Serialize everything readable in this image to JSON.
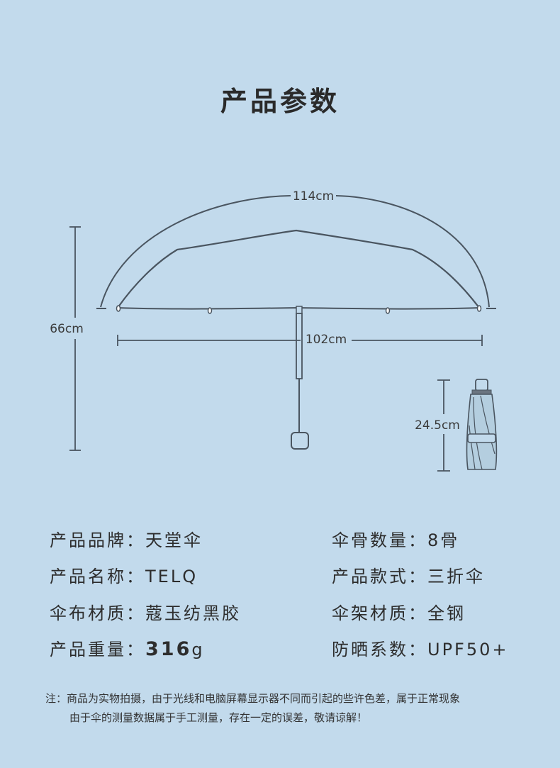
{
  "title": "产品参数",
  "dimensions": {
    "arc_span": "114cm",
    "open_width": "102cm",
    "height": "66cm",
    "folded_length": "24.5cm"
  },
  "specs": {
    "brand_label": "产品品牌：",
    "brand_value": "天堂伞",
    "ribs_label": "伞骨数量：",
    "ribs_value": "8骨",
    "name_label": "产品名称：",
    "name_value": "TELQ",
    "style_label": "产品款式：",
    "style_value": "三折伞",
    "fabric_label": "伞布材质：",
    "fabric_value": "蔻玉纺黑胶",
    "frame_label": "伞架材质：",
    "frame_value": "全钢",
    "weight_label": "产品重量：",
    "weight_value": "316",
    "weight_unit": "g",
    "uv_label": "防晒系数：",
    "uv_value": "UPF50+"
  },
  "note": {
    "line1": "注：商品为实物拍摄，由于光线和电脑屏幕显示器不同而引起的些许色差，属于正常现象",
    "line2": "由于伞的测量数据属于手工测量，存在一定的误差，敬请谅解！"
  },
  "colors": {
    "background": "#c2daec",
    "line": "#4a5560",
    "umbrella_fill": "#b4cedf"
  }
}
